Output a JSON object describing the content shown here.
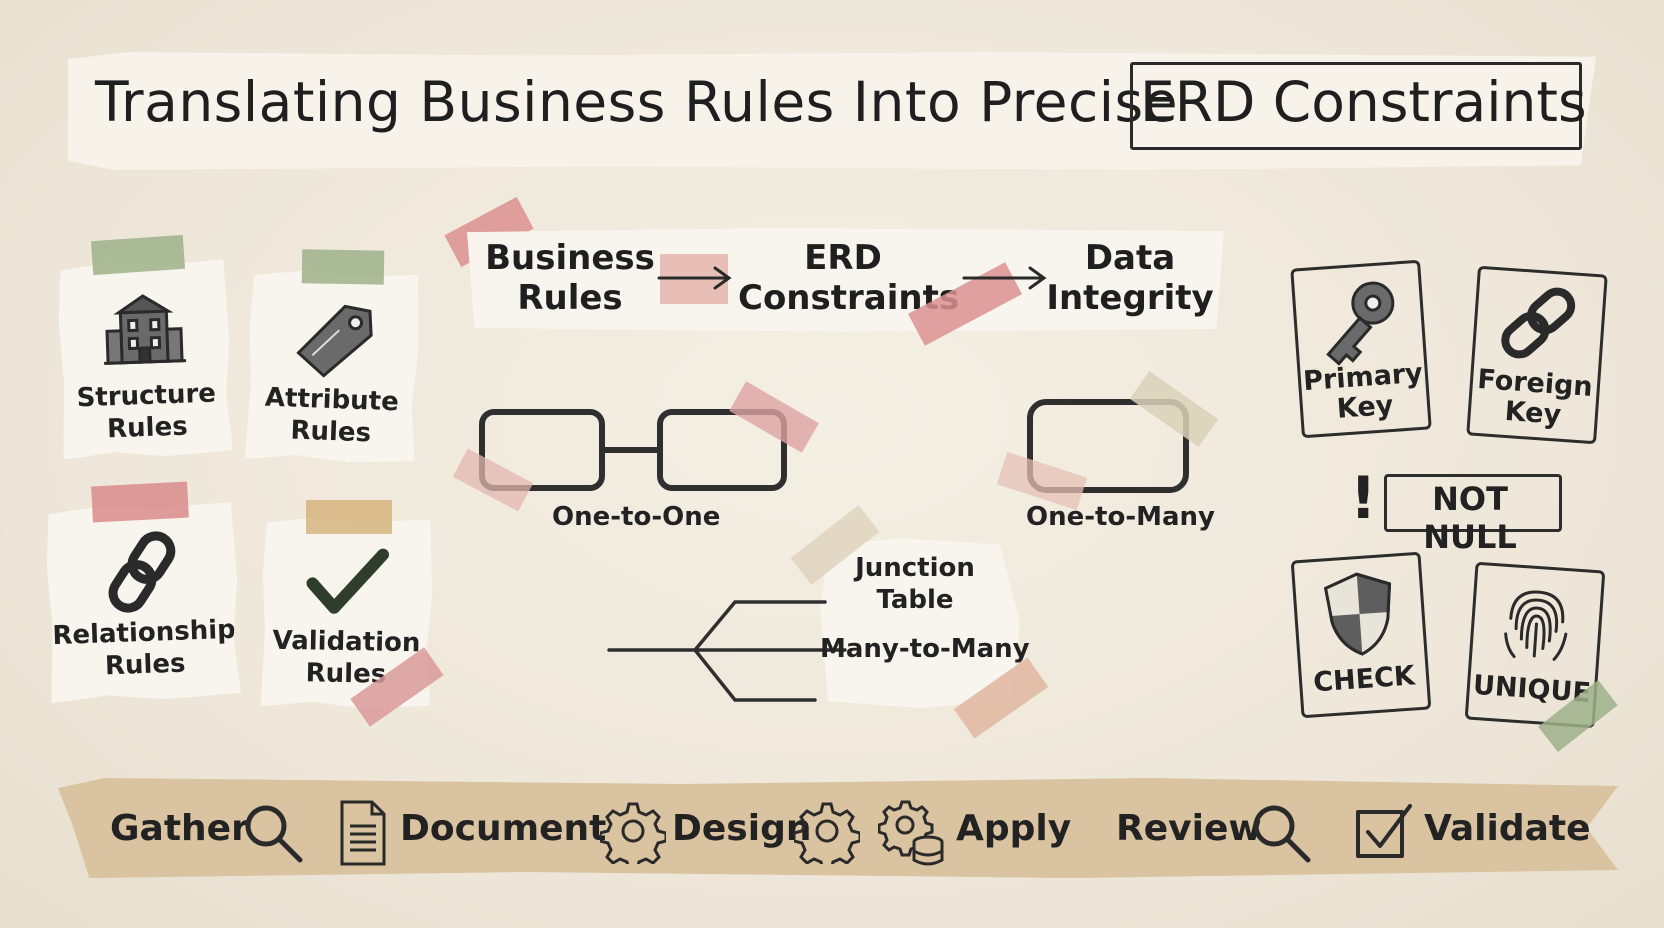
{
  "title": {
    "main": "Translating Business Rules Into Precise",
    "boxed": "ERD Constraints"
  },
  "rule_cards": [
    {
      "label_line1": "Structure",
      "label_line2": "Rules",
      "icon": "building-icon"
    },
    {
      "label_line1": "Attribute",
      "label_line2": "Rules",
      "icon": "tag-icon"
    },
    {
      "label_line1": "Relationship",
      "label_line2": "Rules",
      "icon": "chain-link-icon"
    },
    {
      "label_line1": "Validation",
      "label_line2": "Rules",
      "icon": "checkmark-icon"
    }
  ],
  "flow": [
    {
      "line1": "Business",
      "line2": "Rules"
    },
    {
      "line1": "ERD",
      "line2": "Constraints"
    },
    {
      "line1": "Data",
      "line2": "Integrity"
    }
  ],
  "relationships": {
    "one_to_one": "One-to-One",
    "one_to_many": "One-to-Many",
    "many_to_many": "Many-to-Many",
    "junction_line1": "Junction",
    "junction_line2": "Table"
  },
  "constraints": {
    "primary_key_line1": "Primary",
    "primary_key_line2": "Key",
    "foreign_key_line1": "Foreign",
    "foreign_key_line2": "Key",
    "not_null_mark": "!",
    "not_null": "NOT NULL",
    "check": "CHECK",
    "unique": "UNIQUE"
  },
  "steps": [
    {
      "label": "Gather",
      "icon": "magnifier-icon"
    },
    {
      "label": "Document",
      "icon": "document-icon"
    },
    {
      "label": "Design",
      "icon": "gear-icon"
    },
    {
      "label": "Apply",
      "icon": "gear-database-icon"
    },
    {
      "label": "Review",
      "icon": "magnifier-icon"
    },
    {
      "label": "Validate",
      "icon": "checkbox-icon"
    }
  ],
  "colors": {
    "tape_green": "#9fb28a",
    "tape_pink": "#d98b8b",
    "tape_tan": "#d6b47e",
    "bottom_strip": "#d9c3a0",
    "ink": "#222222"
  }
}
